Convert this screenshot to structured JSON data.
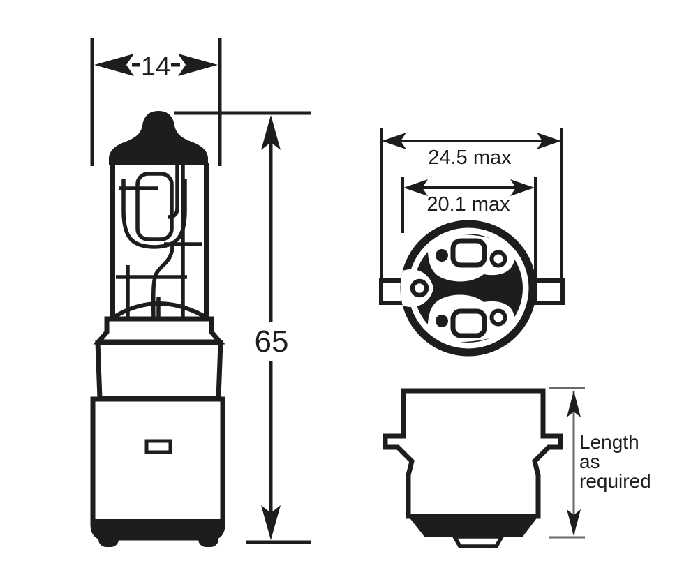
{
  "front_view": {
    "width_dimension": {
      "label": "14"
    },
    "height_dimension": {
      "label": "65"
    }
  },
  "end_view": {
    "outer_dimension": {
      "label": "24.5 max"
    },
    "inner_dimension": {
      "label": "20.1 max"
    }
  },
  "side_view": {
    "length_dimension": {
      "lines": [
        "Length",
        "as",
        "required"
      ]
    }
  },
  "colors": {
    "ink": "#1d1d1b",
    "background": "#ffffff",
    "thin_line": "#6a6a6a"
  }
}
